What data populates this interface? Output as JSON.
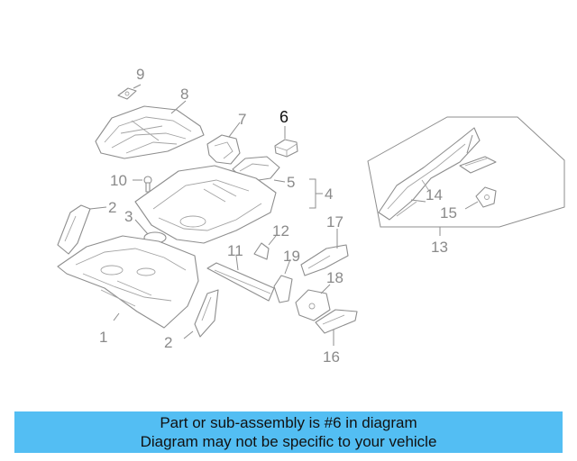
{
  "callouts": {
    "c1": "1",
    "c2a": "2",
    "c2b": "2",
    "c3": "3",
    "c4": "4",
    "c5": "5",
    "c6": "6",
    "c7": "7",
    "c8": "8",
    "c9": "9",
    "c10": "10",
    "c11": "11",
    "c12": "12",
    "c13": "13",
    "c14": "14",
    "c15": "15",
    "c16": "16",
    "c17": "17",
    "c18": "18",
    "c19": "19"
  },
  "highlight": {
    "part": "6",
    "color": "#5cc4f2"
  },
  "banner": {
    "line1": "Part or sub-assembly is #6 in diagram",
    "line2": "Diagram may not be specific to your vehicle",
    "color": "#53bef3"
  }
}
